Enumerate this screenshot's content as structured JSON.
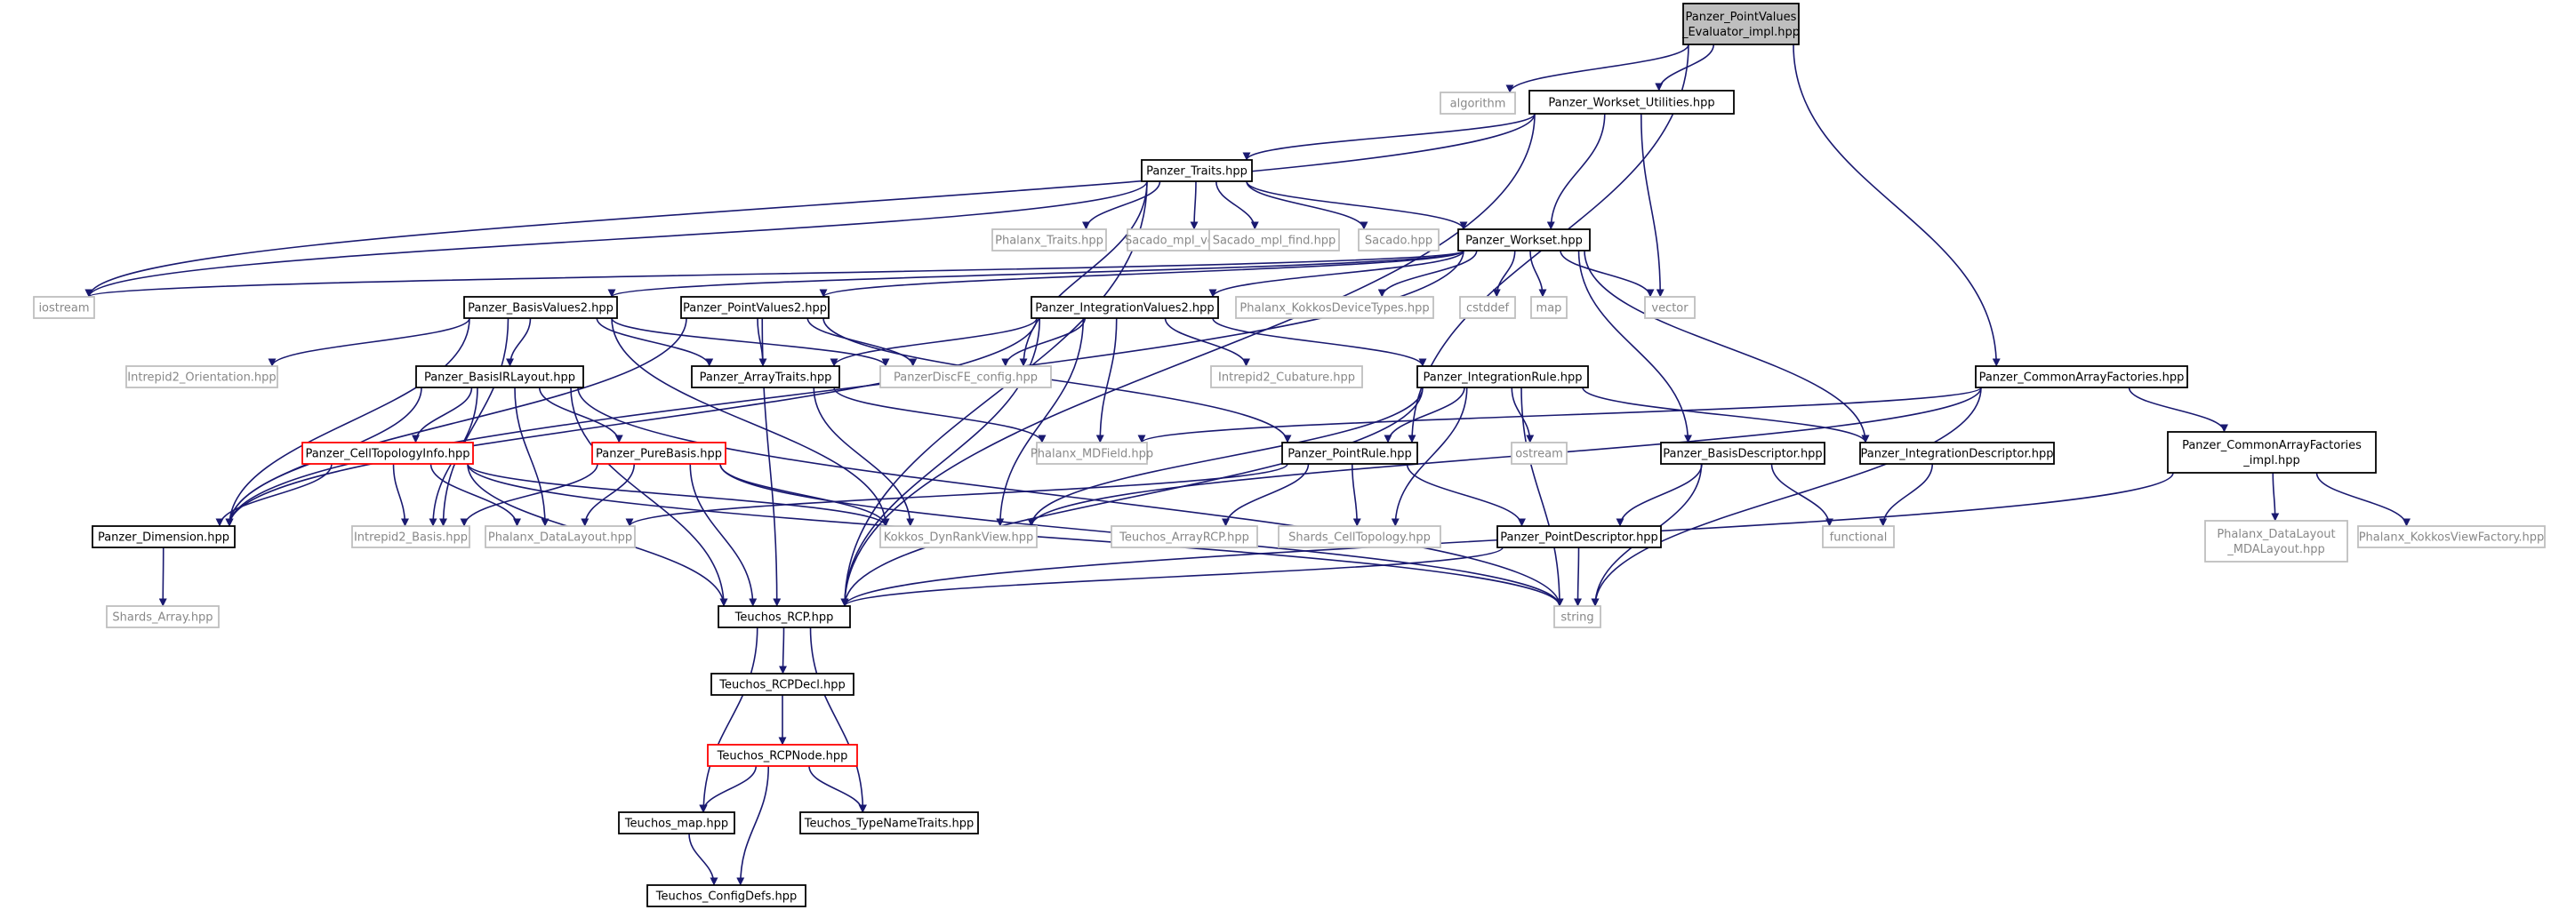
{
  "nodes": [
    {
      "id": "root",
      "lines": [
        "Panzer_PointValues",
        "_Evaluator_impl.hpp"
      ],
      "style": "root"
    },
    {
      "id": "algorithm",
      "lines": [
        "algorithm"
      ],
      "style": "gray"
    },
    {
      "id": "wsutil",
      "lines": [
        "Panzer_Workset_Utilities.hpp"
      ],
      "style": "normal"
    },
    {
      "id": "traits",
      "lines": [
        "Panzer_Traits.hpp"
      ],
      "style": "normal"
    },
    {
      "id": "workset",
      "lines": [
        "Panzer_Workset.hpp"
      ],
      "style": "normal"
    },
    {
      "id": "iostream",
      "lines": [
        "iostream"
      ],
      "style": "gray"
    },
    {
      "id": "phxtraits",
      "lines": [
        "Phalanx_Traits.hpp"
      ],
      "style": "gray"
    },
    {
      "id": "mplvec",
      "lines": [
        "Sacado_mpl_vector.hpp"
      ],
      "style": "gray"
    },
    {
      "id": "mplfind",
      "lines": [
        "Sacado_mpl_find.hpp"
      ],
      "style": "gray"
    },
    {
      "id": "sacado",
      "lines": [
        "Sacado.hpp"
      ],
      "style": "gray"
    },
    {
      "id": "bv2",
      "lines": [
        "Panzer_BasisValues2.hpp"
      ],
      "style": "normal"
    },
    {
      "id": "pv2",
      "lines": [
        "Panzer_PointValues2.hpp"
      ],
      "style": "normal"
    },
    {
      "id": "iv2",
      "lines": [
        "Panzer_IntegrationValues2.hpp"
      ],
      "style": "normal"
    },
    {
      "id": "phxkdt",
      "lines": [
        "Phalanx_KokkosDeviceTypes.hpp"
      ],
      "style": "gray"
    },
    {
      "id": "cstddef",
      "lines": [
        "cstddef"
      ],
      "style": "gray"
    },
    {
      "id": "map",
      "lines": [
        "map"
      ],
      "style": "gray"
    },
    {
      "id": "vector",
      "lines": [
        "vector"
      ],
      "style": "gray"
    },
    {
      "id": "i2orient",
      "lines": [
        "Intrepid2_Orientation.hpp"
      ],
      "style": "gray"
    },
    {
      "id": "birl",
      "lines": [
        "Panzer_BasisIRLayout.hpp"
      ],
      "style": "normal"
    },
    {
      "id": "arrtraits",
      "lines": [
        "Panzer_ArrayTraits.hpp"
      ],
      "style": "normal"
    },
    {
      "id": "pdfe",
      "lines": [
        "PanzerDiscFE_config.hpp"
      ],
      "style": "gray"
    },
    {
      "id": "i2cub",
      "lines": [
        "Intrepid2_Cubature.hpp"
      ],
      "style": "gray"
    },
    {
      "id": "intrule",
      "lines": [
        "Panzer_IntegrationRule.hpp"
      ],
      "style": "normal"
    },
    {
      "id": "caf",
      "lines": [
        "Panzer_CommonArrayFactories.hpp"
      ],
      "style": "normal"
    },
    {
      "id": "cti",
      "lines": [
        "Panzer_CellTopologyInfo.hpp"
      ],
      "style": "red"
    },
    {
      "id": "purebasis",
      "lines": [
        "Panzer_PureBasis.hpp"
      ],
      "style": "red"
    },
    {
      "id": "mdfield",
      "lines": [
        "Phalanx_MDField.hpp"
      ],
      "style": "gray"
    },
    {
      "id": "pointrule",
      "lines": [
        "Panzer_PointRule.hpp"
      ],
      "style": "normal"
    },
    {
      "id": "ostream",
      "lines": [
        "ostream"
      ],
      "style": "gray"
    },
    {
      "id": "basisdesc",
      "lines": [
        "Panzer_BasisDescriptor.hpp"
      ],
      "style": "normal"
    },
    {
      "id": "intdesc",
      "lines": [
        "Panzer_IntegrationDescriptor.hpp"
      ],
      "style": "normal"
    },
    {
      "id": "cafimpl",
      "lines": [
        "Panzer_CommonArrayFactories",
        "_impl.hpp"
      ],
      "style": "normal"
    },
    {
      "id": "dim",
      "lines": [
        "Panzer_Dimension.hpp"
      ],
      "style": "normal"
    },
    {
      "id": "i2basis",
      "lines": [
        "Intrepid2_Basis.hpp"
      ],
      "style": "gray"
    },
    {
      "id": "phxdl",
      "lines": [
        "Phalanx_DataLayout.hpp"
      ],
      "style": "gray"
    },
    {
      "id": "kdrv",
      "lines": [
        "Kokkos_DynRankView.hpp"
      ],
      "style": "gray"
    },
    {
      "id": "tarcp",
      "lines": [
        "Teuchos_ArrayRCP.hpp"
      ],
      "style": "gray"
    },
    {
      "id": "shctopo",
      "lines": [
        "Shards_CellTopology.hpp"
      ],
      "style": "gray"
    },
    {
      "id": "pointdesc",
      "lines": [
        "Panzer_PointDescriptor.hpp"
      ],
      "style": "normal"
    },
    {
      "id": "functional",
      "lines": [
        "functional"
      ],
      "style": "gray"
    },
    {
      "id": "phxmda",
      "lines": [
        "Phalanx_DataLayout",
        "_MDALayout.hpp"
      ],
      "style": "gray"
    },
    {
      "id": "phxkvf",
      "lines": [
        "Phalanx_KokkosViewFactory.hpp"
      ],
      "style": "gray"
    },
    {
      "id": "sharr",
      "lines": [
        "Shards_Array.hpp"
      ],
      "style": "gray"
    },
    {
      "id": "rcp",
      "lines": [
        "Teuchos_RCP.hpp"
      ],
      "style": "normal"
    },
    {
      "id": "string",
      "lines": [
        "string"
      ],
      "style": "gray"
    },
    {
      "id": "rcpdecl",
      "lines": [
        "Teuchos_RCPDecl.hpp"
      ],
      "style": "normal"
    },
    {
      "id": "rcpnode",
      "lines": [
        "Teuchos_RCPNode.hpp"
      ],
      "style": "red"
    },
    {
      "id": "tmap",
      "lines": [
        "Teuchos_map.hpp"
      ],
      "style": "normal"
    },
    {
      "id": "tname",
      "lines": [
        "Teuchos_TypeNameTraits.hpp"
      ],
      "style": "normal"
    },
    {
      "id": "cfgdefs",
      "lines": [
        "Teuchos_ConfigDefs.hpp"
      ],
      "style": "normal"
    }
  ],
  "edges": [
    [
      "root",
      "algorithm"
    ],
    [
      "root",
      "wsutil"
    ],
    [
      "root",
      "pointrule"
    ],
    [
      "root",
      "caf"
    ],
    [
      "wsutil",
      "traits"
    ],
    [
      "wsutil",
      "workset"
    ],
    [
      "wsutil",
      "iostream"
    ],
    [
      "wsutil",
      "vector"
    ],
    [
      "traits",
      "iostream"
    ],
    [
      "traits",
      "phxtraits"
    ],
    [
      "traits",
      "mplvec"
    ],
    [
      "traits",
      "mplfind"
    ],
    [
      "traits",
      "sacado"
    ],
    [
      "traits",
      "workset"
    ],
    [
      "traits",
      "pdfe"
    ],
    [
      "traits",
      "rcp"
    ],
    [
      "workset",
      "iostream"
    ],
    [
      "workset",
      "bv2"
    ],
    [
      "workset",
      "pv2"
    ],
    [
      "workset",
      "iv2"
    ],
    [
      "workset",
      "phxkdt"
    ],
    [
      "workset",
      "cstddef"
    ],
    [
      "workset",
      "map"
    ],
    [
      "workset",
      "vector"
    ],
    [
      "workset",
      "dim"
    ],
    [
      "workset",
      "basisdesc"
    ],
    [
      "workset",
      "intdesc"
    ],
    [
      "bv2",
      "i2orient"
    ],
    [
      "bv2",
      "birl"
    ],
    [
      "bv2",
      "arrtraits"
    ],
    [
      "bv2",
      "pdfe"
    ],
    [
      "bv2",
      "i2basis"
    ],
    [
      "bv2",
      "kdrv"
    ],
    [
      "bv2",
      "dim"
    ],
    [
      "pv2",
      "arrtraits"
    ],
    [
      "pv2",
      "pdfe"
    ],
    [
      "pv2",
      "pointrule"
    ],
    [
      "pv2",
      "rcp"
    ],
    [
      "pv2",
      "dim"
    ],
    [
      "iv2",
      "arrtraits"
    ],
    [
      "iv2",
      "pdfe"
    ],
    [
      "iv2",
      "i2cub"
    ],
    [
      "iv2",
      "intrule"
    ],
    [
      "iv2",
      "mdfield"
    ],
    [
      "iv2",
      "rcp"
    ],
    [
      "iv2",
      "dim"
    ],
    [
      "iv2",
      "kdrv"
    ],
    [
      "birl",
      "cti"
    ],
    [
      "birl",
      "purebasis"
    ],
    [
      "birl",
      "dim"
    ],
    [
      "birl",
      "i2basis"
    ],
    [
      "birl",
      "phxdl"
    ],
    [
      "birl",
      "rcp"
    ],
    [
      "birl",
      "string"
    ],
    [
      "arrtraits",
      "mdfield"
    ],
    [
      "arrtraits",
      "kdrv"
    ],
    [
      "intrule",
      "pointrule"
    ],
    [
      "intrule",
      "intdesc"
    ],
    [
      "intrule",
      "ostream"
    ],
    [
      "intrule",
      "string"
    ],
    [
      "intrule",
      "rcp"
    ],
    [
      "intrule",
      "shctopo"
    ],
    [
      "intrule",
      "kdrv"
    ],
    [
      "caf",
      "mdfield"
    ],
    [
      "caf",
      "kdrv"
    ],
    [
      "caf",
      "cafimpl"
    ],
    [
      "caf",
      "string"
    ],
    [
      "cti",
      "dim"
    ],
    [
      "cti",
      "i2basis"
    ],
    [
      "cti",
      "phxdl"
    ],
    [
      "cti",
      "kdrv"
    ],
    [
      "cti",
      "rcp"
    ],
    [
      "cti",
      "string"
    ],
    [
      "purebasis",
      "i2basis"
    ],
    [
      "purebasis",
      "phxdl"
    ],
    [
      "purebasis",
      "rcp"
    ],
    [
      "purebasis",
      "string"
    ],
    [
      "purebasis",
      "kdrv"
    ],
    [
      "pointrule",
      "phxdl"
    ],
    [
      "pointrule",
      "tarcp"
    ],
    [
      "pointrule",
      "shctopo"
    ],
    [
      "pointrule",
      "pointdesc"
    ],
    [
      "basisdesc",
      "pointdesc"
    ],
    [
      "basisdesc",
      "functional"
    ],
    [
      "basisdesc",
      "string"
    ],
    [
      "intdesc",
      "functional"
    ],
    [
      "pointdesc",
      "rcp"
    ],
    [
      "pointdesc",
      "string"
    ],
    [
      "cafimpl",
      "phxmda"
    ],
    [
      "cafimpl",
      "phxkvf"
    ],
    [
      "cafimpl",
      "rcp"
    ],
    [
      "dim",
      "sharr"
    ],
    [
      "wsutil",
      "rcp"
    ],
    [
      "rcp",
      "rcpdecl"
    ],
    [
      "rcp",
      "tmap"
    ],
    [
      "rcp",
      "tname"
    ],
    [
      "rcpdecl",
      "rcpnode"
    ],
    [
      "rcpnode",
      "tmap"
    ],
    [
      "rcpnode",
      "tname"
    ],
    [
      "rcpnode",
      "cfgdefs"
    ],
    [
      "tmap",
      "cfgdefs"
    ]
  ]
}
